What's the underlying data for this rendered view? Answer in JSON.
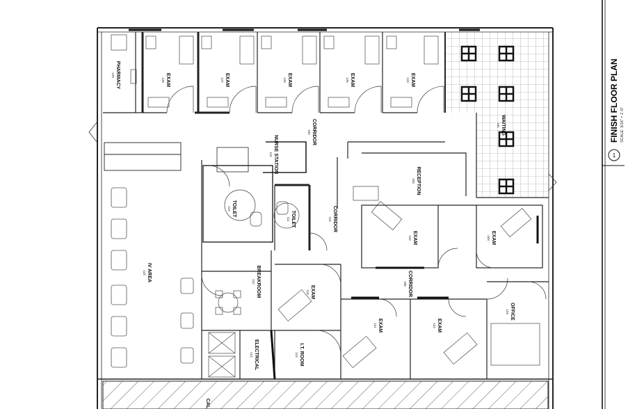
{
  "title_block": {
    "title": "FINISH FLOOR PLAN",
    "scale": "SCALE: 3/16\" = 1'-0\"",
    "detail_number": "1"
  },
  "rooms": [
    {
      "id": "pharmacy",
      "label": "PHARMACY",
      "number": "129"
    },
    {
      "id": "exam-128",
      "label": "EXAM",
      "number": "128"
    },
    {
      "id": "exam-127",
      "label": "EXAM",
      "number": "127"
    },
    {
      "id": "exam-126",
      "label": "EXAM",
      "number": "126"
    },
    {
      "id": "exam-125",
      "label": "EXAM",
      "number": "125"
    },
    {
      "id": "exam-124",
      "label": "EXAM",
      "number": "124"
    },
    {
      "id": "waiting",
      "label": "WAITING",
      "number": "101"
    },
    {
      "id": "corridor-north",
      "label": "CORRIDOR",
      "number": "102"
    },
    {
      "id": "nurse-station",
      "label": "NURSE STATION",
      "number": "116"
    },
    {
      "id": "reception",
      "label": "RECEPTION",
      "number": "103"
    },
    {
      "id": "toilet-114",
      "label": "TOILET",
      "number": "114"
    },
    {
      "id": "toilet-111",
      "label": "TOILET",
      "number": "111"
    },
    {
      "id": "corridor-115",
      "label": "CORRIDOR",
      "number": "115"
    },
    {
      "id": "exam-123",
      "label": "EXAM",
      "number": "123"
    },
    {
      "id": "exam-104",
      "label": "EXAM",
      "number": "104"
    },
    {
      "id": "iv-area",
      "label": "IV AREA",
      "number": "118"
    },
    {
      "id": "breakroom",
      "label": "BREAKROOM",
      "number": "112"
    },
    {
      "id": "exam-118",
      "label": "EXAM",
      "number": "118"
    },
    {
      "id": "corridor-south",
      "label": "CORRIDOR",
      "number": "105"
    },
    {
      "id": "exam-121",
      "label": "EXAM",
      "number": "121"
    },
    {
      "id": "exam-122",
      "label": "EXAM",
      "number": "122"
    },
    {
      "id": "office",
      "label": "OFFICE",
      "number": "129"
    },
    {
      "id": "electrical",
      "label": "ELECTRICAL",
      "number": "113"
    },
    {
      "id": "it-room",
      "label": "I.T. ROOM",
      "number": "119"
    },
    {
      "id": "bottom-partial",
      "label": "CAL",
      "number": ""
    }
  ]
}
